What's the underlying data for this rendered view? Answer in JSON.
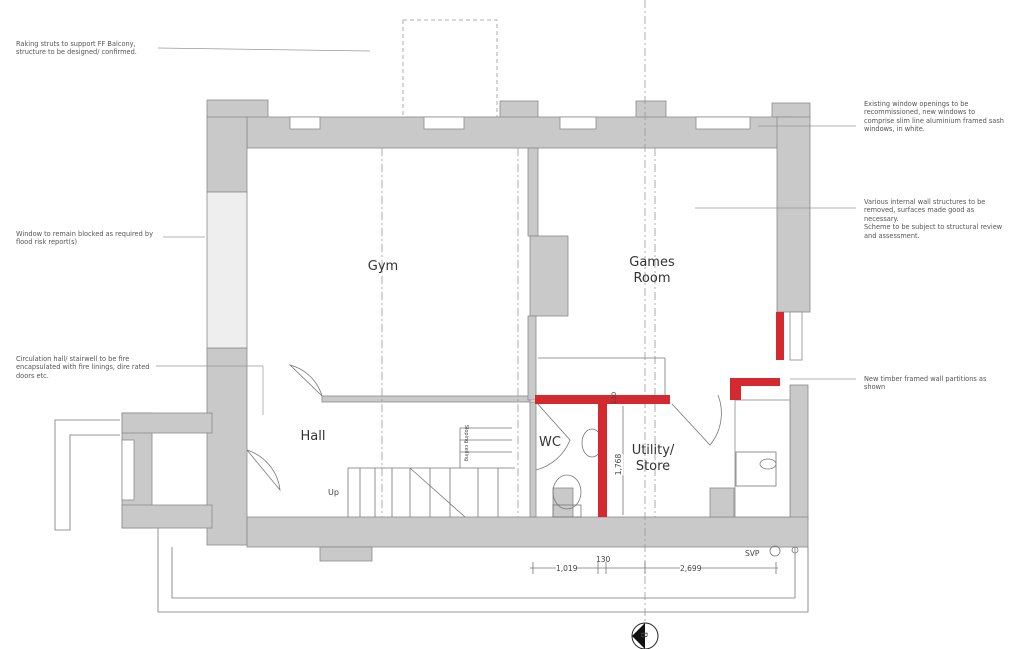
{
  "notes": {
    "balcony": "Raking struts to support FF Balcony,\nstructure to be designed/ confirmed.",
    "window_blocked": "Window to remain blocked as required by\nflood risk report(s)",
    "circulation": "Circulation hall/ stairwell to be fire\nencapsulated with fire linings, dire rated\ndoors etc.",
    "existing_windows": "Existing window openings to be\nrecommissioned, new windows to\ncomprise slim line aluminium framed sash\nwindows, in white.",
    "internal_walls": "Various internal wall structures to be\nremoved, surfaces made good as\nnecessary.\nScheme to be subject to structural review\nand assessment.",
    "partitions": "New timber framed wall partitions as\nshown"
  },
  "rooms": {
    "gym": "Gym",
    "games_room": "Games\nRoom",
    "hall": "Hall",
    "wc": "WC",
    "utility": "Utility/\nStore",
    "stair_up": "Up",
    "stair_note": "Sloping ceiling"
  },
  "dimensions": {
    "d1": "1,019",
    "d2": "130",
    "d3": "2,699",
    "d4": "1,768",
    "d5": "130",
    "svp": "SVP"
  },
  "section_marker": "B",
  "colors": {
    "wall": "#c9c9c9",
    "new_partition": "#d42a2f",
    "text": "#555555"
  }
}
